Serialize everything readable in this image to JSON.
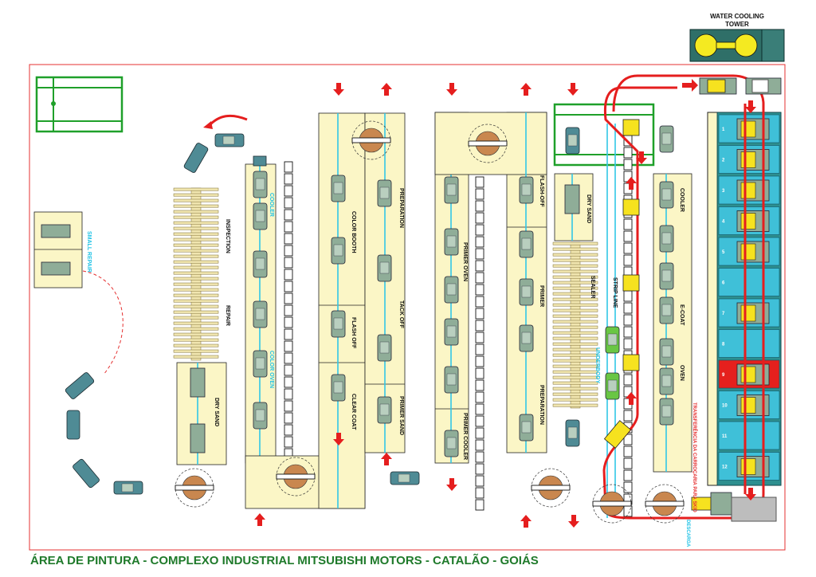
{
  "cooling_tower": {
    "line1": "WATER COOLING",
    "line2": "TOWER"
  },
  "footer": "ÁREA DE PINTURA  - COMPLEXO  INDUSTRIAL  MITSUBISHI MOTORS - CATALÃO - GOIÁS",
  "labels": {
    "small_repair": "SMALL REPAIR",
    "inspection": "INSPECTION",
    "repair": "REPAIR",
    "dry_sand_left": "DRY SAND",
    "cooler_left": "COOLER",
    "color_oven": "COLOR OVEN",
    "color_booth": "COLOR BOOTH",
    "flash_off_left": "FLASH OFF",
    "clear_coat": "CLEAR COAT",
    "preparation_top": "PREPARATION",
    "tack_off": "TACK OFF",
    "primer_sand": "PRIMER SAND",
    "primer_oven": "PRIMER OVEN",
    "primer_cooler": "PRIMER COOLER",
    "flash_off_primer": "FLASH-OFF",
    "primer": "PRIMER",
    "preparation_primer": "PREPARATION",
    "dry_sand_right": "DRY SAND",
    "sealer": "SEALER",
    "underbody": "UNDERBODY",
    "strip_line": "STRIP LINE",
    "cooler_right": "COOLER",
    "e_coat": "E-COAT",
    "oven": "OVEN",
    "transfer": "TRANSFERÊNCIA DA CARROÇARIA PARA SKID",
    "descarga": "DESCARGA"
  },
  "tank_numbers": [
    "1",
    "2",
    "3",
    "4",
    "5",
    "6",
    "7",
    "8",
    "9",
    "10",
    "11",
    "12"
  ],
  "colors": {
    "frame": "#e53030",
    "zone": "#fbf6c6",
    "rail": "#31c6e6",
    "car": "#8fad98",
    "track": "#e51e1e",
    "footer": "#1f7a2b"
  }
}
